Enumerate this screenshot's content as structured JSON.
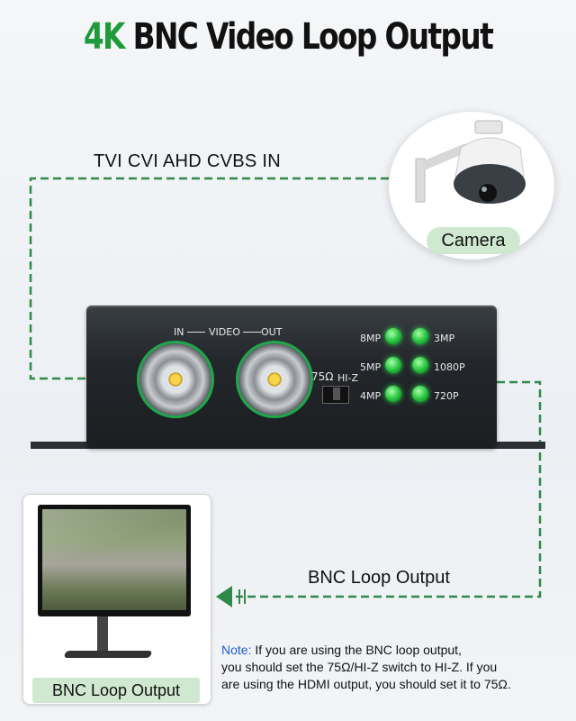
{
  "title": {
    "accent": "4K",
    "rest": " BNC Video Loop Output"
  },
  "input_label": "TVI CVI AHD CVBS  IN",
  "camera_label": "Camera",
  "device": {
    "in_label": "IN",
    "video_label": "VIDEO",
    "out_label": "OUT",
    "impedance_label": "75Ω",
    "hiz_label": "HI-Z",
    "indicators": [
      {
        "left": "8MP",
        "right": "3MP"
      },
      {
        "left": "5MP",
        "right": "1080P"
      },
      {
        "left": "4MP",
        "right": "720P"
      }
    ]
  },
  "loop_output_label": "BNC Loop Output",
  "monitor_label": "BNC Loop Output",
  "note": {
    "label": "Note:",
    "line1": " If you are using the BNC loop output,",
    "line2": "you should set the 75Ω/HI-Z switch to HI-Z. If you",
    "line3": "are using the HDMI output, you should set it to 75Ω."
  },
  "colors": {
    "accent_green": "#1f9a3a",
    "line_green": "#2f8a4a",
    "note_blue": "#1f5bd0"
  }
}
